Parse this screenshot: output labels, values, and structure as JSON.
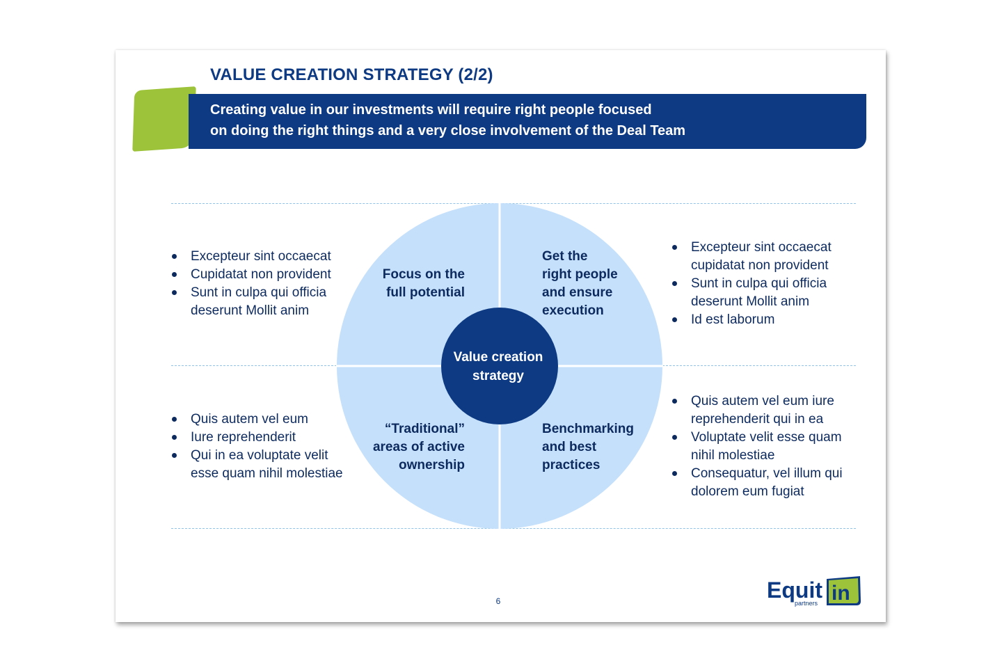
{
  "slide": {
    "title": "VALUE CREATION STRATEGY (2/2)",
    "banner": {
      "line1": "Creating value in our investments will require right people focused",
      "line2": "on doing the right things and a very close involvement of the Deal Team"
    },
    "page_number": "6"
  },
  "diagram": {
    "center": {
      "line1": "Value creation",
      "line2": "strategy"
    },
    "quadrants": {
      "top_left": [
        "Focus on the",
        "full potential"
      ],
      "top_right": [
        "Get the",
        "right people",
        "and ensure",
        "execution"
      ],
      "bottom_left": [
        "“Traditional”",
        "areas of active",
        "ownership"
      ],
      "bottom_right": [
        "Benchmarking",
        "and best",
        "practices"
      ]
    },
    "colors": {
      "quadrant_fill": "#c5e0fb",
      "center_fill": "#0d3a82",
      "divider": "#ffffff",
      "dashed_line": "#8ec2e6"
    }
  },
  "bullets": {
    "top_left": [
      [
        "Excepteur sint occaecat"
      ],
      [
        "Cupidatat non provident"
      ],
      [
        "Sunt in culpa qui officia",
        "deserunt  Mollit anim"
      ]
    ],
    "top_right": [
      [
        "Excepteur sint occaecat",
        "cupidatat non provident"
      ],
      [
        "Sunt in culpa qui officia",
        "deserunt  Mollit anim"
      ],
      [
        "Id est laborum"
      ]
    ],
    "bottom_left": [
      [
        "Quis autem vel eum"
      ],
      [
        "Iure reprehenderit"
      ],
      [
        "Qui in ea voluptate velit",
        "esse quam nihil molestiae"
      ]
    ],
    "bottom_right": [
      [
        "Quis autem vel eum iure",
        "reprehenderit qui in ea"
      ],
      [
        "Voluptate velit esse quam",
        "nihil molestiae"
      ],
      [
        "Consequatur, vel illum qui",
        "dolorem eum fugiat"
      ]
    ]
  },
  "logo": {
    "word": "Equit",
    "badge": "in",
    "sub": "partners",
    "text_color": "#0d3a82",
    "badge_color": "#9dc33b"
  },
  "theme": {
    "brand_blue": "#0d3a82",
    "brand_green": "#9dc33b"
  }
}
